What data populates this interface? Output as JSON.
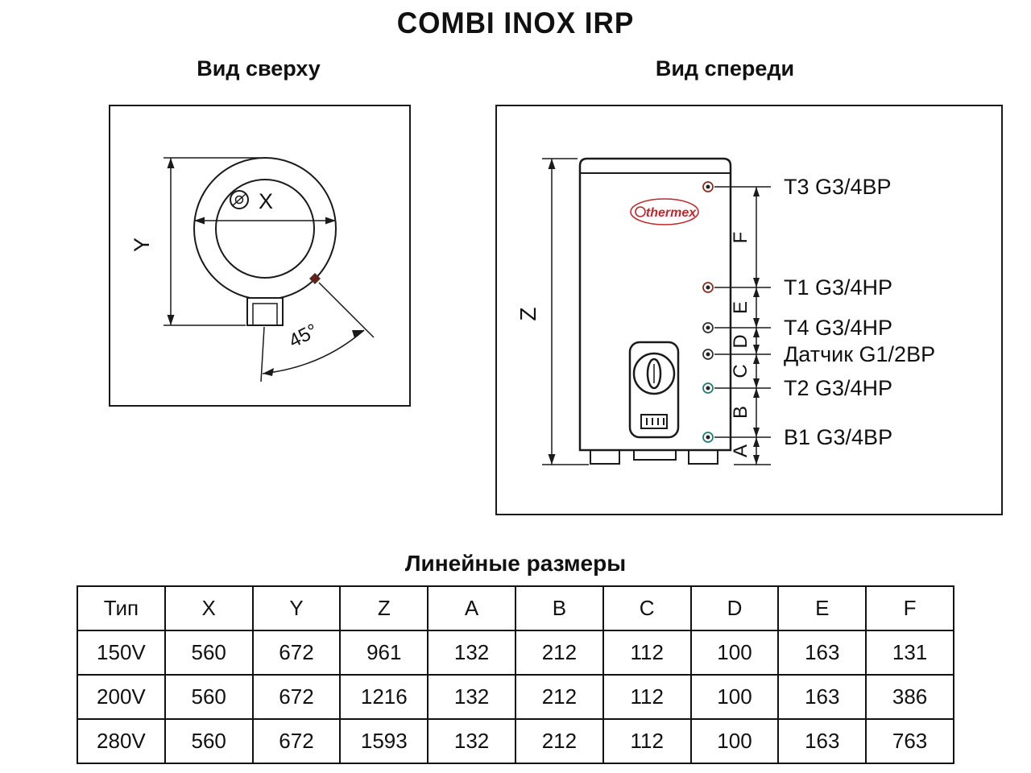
{
  "title": "COMBI INOX IRP",
  "top_view": {
    "label": "Вид сверху",
    "dim_x": "X",
    "dim_y": "Y",
    "angle_label": "45°"
  },
  "front_view": {
    "label": "Вид спереди",
    "dim_z": "Z",
    "logo_text": "thermex",
    "connections": [
      "T3 G3/4ВР",
      "T1 G3/4НР",
      "T4 G3/4НР",
      "Датчик G1/2ВР",
      "T2 G3/4НР",
      "B1 G3/4ВР"
    ],
    "segment_labels": [
      "F",
      "E",
      "D",
      "C",
      "B",
      "A"
    ]
  },
  "table": {
    "title": "Линейные размеры",
    "headers": [
      "Тип",
      "X",
      "Y",
      "Z",
      "A",
      "B",
      "C",
      "D",
      "E",
      "F"
    ],
    "rows": [
      [
        "150V",
        "560",
        "672",
        "961",
        "132",
        "212",
        "112",
        "100",
        "163",
        "131"
      ],
      [
        "200V",
        "560",
        "672",
        "1216",
        "132",
        "212",
        "112",
        "100",
        "163",
        "386"
      ],
      [
        "280V",
        "560",
        "672",
        "1593",
        "132",
        "212",
        "112",
        "100",
        "163",
        "763"
      ]
    ]
  }
}
